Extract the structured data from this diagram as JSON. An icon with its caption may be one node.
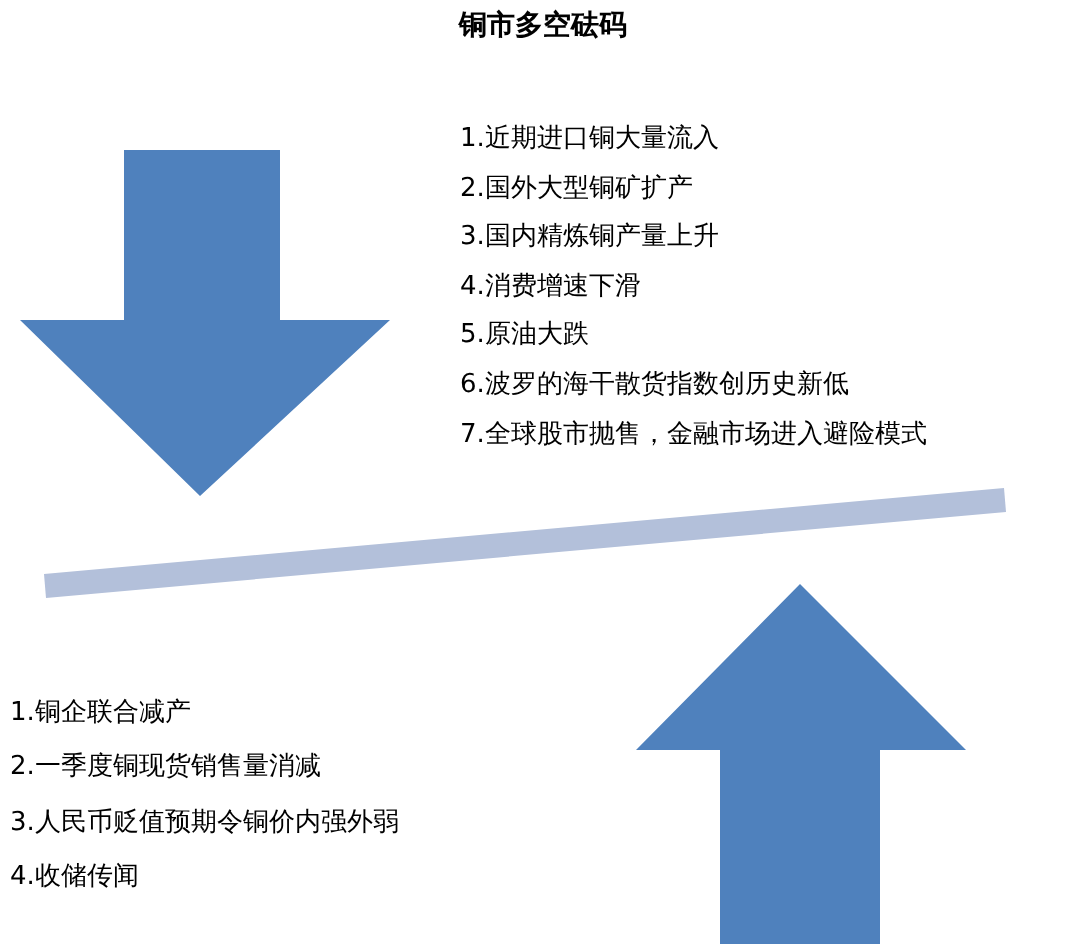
{
  "diagram": {
    "title": "铜市多空砝码",
    "nodes": [
      {
        "text": [],
        "shape": "bar"
      }
    ],
    "labels": [
      "1.近期进口铜大量流入",
      "2.国外大型铜矿扩产",
      "3.国内精炼铜产量上升",
      "4.消费增速下滑",
      "5.原油大跌",
      "6.波罗的海干散货指数创历史新低",
      "7.全球股市抛售，金融市场进入避险模式",
      "1.铜企联合减产",
      "2.一季度铜现货销售量消减",
      "3.人民币贬值预期令铜价内强外弱",
      "4.收储传闻"
    ]
  }
}
